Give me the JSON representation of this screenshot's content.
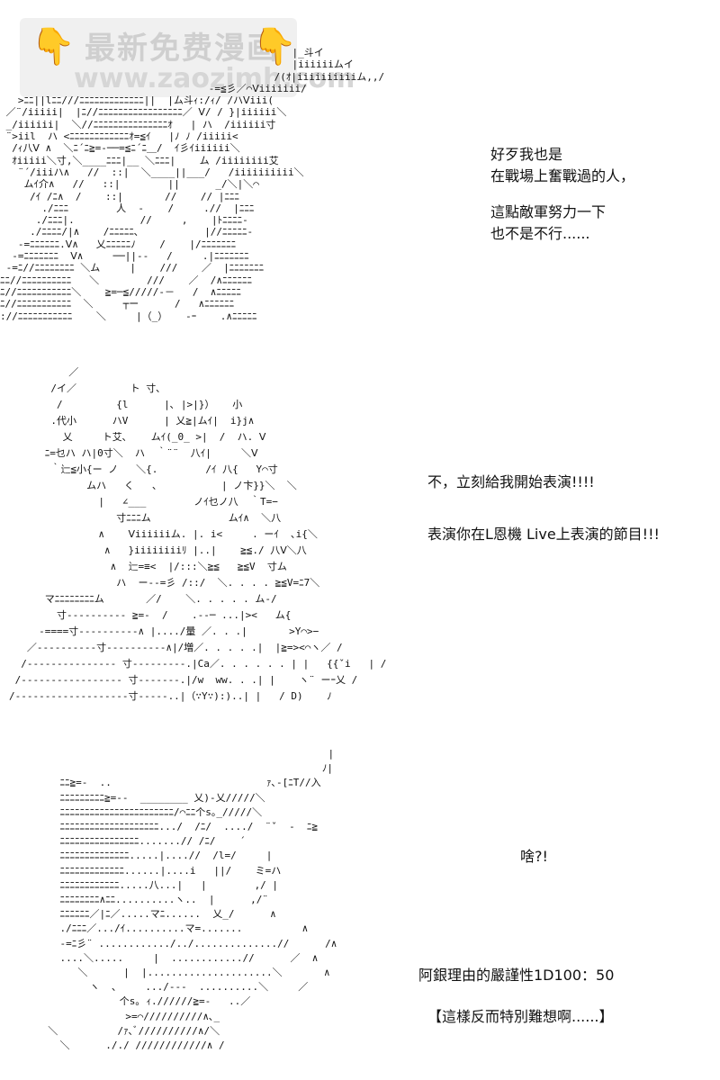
{
  "watermark": {
    "line1": "最新免费漫画",
    "line2": "www.zaozimh.com",
    "icon": "pointing-hand-icon"
  },
  "panel1": {
    "art": [
      "                                                 |_斗イ",
      "                                                 |iiiiiiムイ",
      "                                              /(ｵ|iiiiiiiiiiム,,/",
      "                                   -=≦彡／⌒Ⅴiiiiiii/",
      "   >ﾆﾆ||lﾆﾆ///ﾆﾆﾆﾆﾆﾆﾆﾆﾆﾆﾆﾆﾆ||  |ム斗ｨ:/ｨ/ /ハⅤiii(",
      " ／¨/iiiii|  |ﾆ//ﾆﾆﾆﾆﾆﾆﾆﾆﾆﾆﾆﾆﾆﾆﾆﾆﾆ／ Ⅴ/ / }|iiiiii＼",
      " _/iiiiii|  ＼//ﾆﾆﾆﾆﾆﾆﾆﾆﾆﾆﾆﾆﾆﾆﾆｵ   | ハ  /iiiiii寸",
      " ¨>iil  ハ <ﾆﾆﾆﾆﾆﾆﾆﾆﾆﾆﾆﾆｵ=≦ｲ   |ﾉ ﾉ /iiiii<",
      "  /ｨ八Ⅴ ∧  ＼ﾆ´ﾆ≧=-──=≦ﾆ´ﾆ＿/  ｲ彡ｲiiiiii＼",
      "  ｵiiiii＼寸,＼____ﾆﾆﾆ|__ ＼ﾆﾆﾆ|    ム /iiiiiiii艾",
      "   ¨´/iiiハ∧   //  ::|  ＼____||___/   /iiiiiiiiii＼",
      "    ムｲ介∧   //   ::|        ||      _/＼|＼⌒",
      "     /ｲ /ﾆ∧  /    ::|       //    // |ﾆﾆﾆ",
      "       ./ﾆﾆﾆ        人  -    /     .//  |ﾆﾆﾆ",
      "      ./ﾆﾆﾆ|.           //     ,    |ﾄﾆﾆﾆﾆ-",
      "     ./ﾆﾆﾆﾆ/|∧    /ﾆﾆﾆﾆﾆ､           |//ﾆﾆﾆﾆﾆ-",
      "   -=ﾆﾆﾆﾆﾆﾆ.Ⅴ∧   乂ﾆﾆﾆﾆﾆﾉ    /    |/ﾆﾆﾆﾆﾆﾆﾆ",
      "  -=ﾆﾆﾆﾆﾆﾆﾆ  Ⅴ∧     ──||--   /     .|ﾆﾆﾆﾆﾆﾆﾆ",
      " -=ﾆ//ﾆﾆﾆﾆﾆﾆﾆﾆ ＼ム     |    ///    ／  |ﾆﾆﾆﾆﾆﾆﾆ",
      "ﾆﾆ//ﾆﾆﾆﾆﾆﾆﾆﾆﾆﾆ   ＼        ///    ／  /∧ﾆﾆﾆﾆﾆﾆ",
      "ﾆ//ﾆﾆﾆﾆﾆﾆﾆﾆﾆﾆﾆ＼    ≧=─≦/////-－   /  ∧ﾆﾆﾆﾆﾆ",
      "ﾆ//ﾆﾆﾆﾆﾆﾆﾆﾆﾆﾆﾆ  ＼     ┬ー      /   ∧ﾆﾆﾆﾆﾆﾆ",
      "://ﾆﾆﾆﾆﾆﾆﾆﾆﾆﾆﾆ    ＼     |（_）   -ｰ    .∧ﾆﾆﾆﾆﾆ"
    ],
    "dialogue": [
      "好歹我也是",
      "在戰場上奮戰過的人，",
      "",
      "這點敵軍努力一下",
      "也不是不行......"
    ]
  },
  "panel2": {
    "art": [
      "          ／",
      "       /イ／         ト 寸､",
      "        /         {l      |､ |>|}）   小",
      "       .代小      ハV      | 乂≧|ムｲ|  i}j∧",
      "         乂     ト艾､    ムｲ(_0_ >|  /  ハ. Ⅴ",
      "      ﾆ=乜ハ ハ|0寸＼  ハ  ｀¨¨  八ｲ|     ＼Ⅴ",
      "       ｀辷≦小{ー ノ   ＼{.        /ｲ 八{   Y⌒寸",
      "             ムハ   く   、          | ノ卞}}＼  ＼",
      "               |   ∠___        ノｲ乜ノ八  ｀T=−",
      "                  寸ﾆﾆﾆム             ムｲ∧  ＼八",
      "               ∧    Ⅴiiiiiiム. |. i<     . ーｲ  ､i{＼",
      "                ∧   }iiiiiiiiﾘ |..|    ≧≦./ 八Ⅴ＼八",
      "                 ∧  辷=≡<  |/:::＼≧≦   ≧≦V  寸ム",
      "                  ハ  ー--=彡 /::/  ＼. . . . ≧≦V=ﾆ7＼",
      "      マﾆﾆﾆﾆﾆﾆﾆﾆム       ／/    ＼. . . . . ム-/",
      "        寸---------- ≧=-  /    .--─ ...|><   ム{",
      "     -====寸----------∧ |..../量 ／. . .|       >Y⌒>−",
      "   ／----------寸----------∧|/増／. . . . .|  |≧=><⌒ヽ／ /",
      "  /--------------- 寸---------.|Ca／. . . . . . | |   {{ˇi   | /",
      " /----------------- 寸-------.|/w  ww. . .| |    ヽ¨ ーｰ乂 /",
      "/-------------------寸-----..|（∵Y∵):)..| |   / D)    ﾉ"
    ],
    "dialogue": [
      "不，立刻給我開始表演!!!!",
      "",
      "表演你在L恩機 Live上表演的節目!!!"
    ]
  },
  "panel3": {
    "art": [
      "                                                 |",
      "                                                ﾉ|",
      "    ﾆﾆ≧=-  ..                          ｧ､-[ﾆT//入",
      "    ﾆﾆﾆﾆﾆﾆﾆﾆﾆ≧=--  ________ 乂)-乂/////＼",
      "    ﾆﾆﾆﾆﾆﾆﾆﾆﾆﾆﾆﾆﾆﾆﾆﾆﾆﾆﾆﾆﾆﾆﾆ/⌒ﾆﾆ个s｡_/////＼",
      "    ﾆﾆﾆﾆﾆﾆﾆﾆﾆﾆﾆﾆﾆﾆﾆﾆﾆﾆﾆﾆ.../  /ﾆ/  ..../  ¨ˇ  -  ﾆ≧",
      "    ﾆﾆﾆﾆﾆﾆﾆﾆﾆﾆﾆﾆﾆﾆﾆﾆ.......// /ﾆ/    ´",
      "    ﾆﾆﾆﾆﾆﾆﾆﾆﾆﾆﾆﾆﾆﾆ.....|....//  /l=/     |",
      "    ﾆﾆﾆﾆﾆﾆﾆﾆﾆﾆﾆﾆﾆ......|....i   ||/    ミ=ハ",
      "    ﾆﾆﾆﾆﾆﾆﾆﾆﾆﾆﾆﾆ.....八...|   |        ,/ |",
      "    ﾆﾆﾆﾆﾆﾆﾆﾆ∧ﾆﾆ..........ヽ..  |      ,/¨",
      "    ﾆﾆﾆﾆﾆﾆ／|ﾆ／.....マﾆ......  乂_/      ∧",
      "    ./ﾆﾆﾆ／.../ｲ..........マ=.......          ∧",
      "    -=ﾆ彡¨ ............/../..............//      /∧",
      "    ....＼.....     |  ............//      ／  ∧",
      "       ＼      |  |.....................＼       ∧",
      "         ヽ  、    .../---  ..........＼     ／",
      "              个s｡ ｨ.//////≧=-   ..／",
      "               >=⌒//////////∧､_",
      "  ＼          /ｧ､ﾞ//////////∧/＼",
      "    ＼      ././ ////////////∧ /"
    ],
    "dialogue": [
      "啥?!"
    ],
    "dice_result": "阿銀理由的嚴謹性1D100：50",
    "comment": "【這樣反而特別難想啊......】"
  }
}
